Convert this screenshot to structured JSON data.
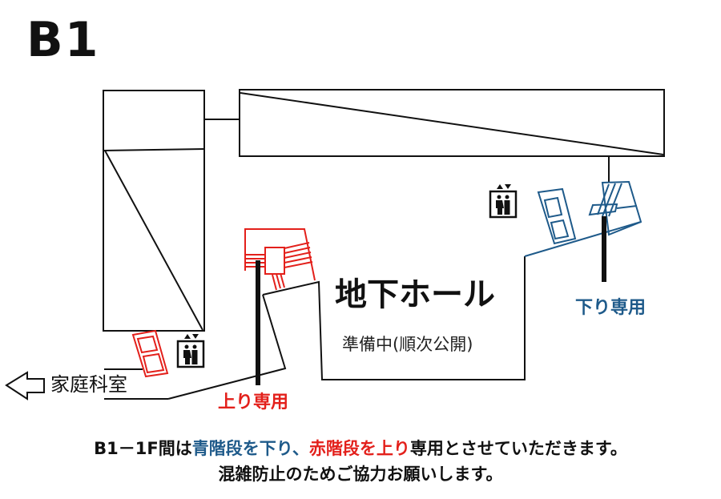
{
  "floor": {
    "label": "B1"
  },
  "colors": {
    "up_stairs": "#e3201b",
    "down_stairs": "#1e5a8a",
    "line": "#111111"
  },
  "rooms": {
    "hall": {
      "title": "地下ホール",
      "status": "準備中(順次公開)"
    },
    "home_economics": {
      "label": "家庭科室",
      "direction": "left-arrow"
    }
  },
  "stairs": {
    "down": {
      "label": "下り専用",
      "color": "#1e5a8a"
    },
    "up": {
      "label": "上り専用",
      "color": "#e3201b"
    }
  },
  "icons": [
    "elevator-icon",
    "elevator-icon",
    "door-icon",
    "stairs-icon",
    "left-arrow-icon"
  ],
  "notice": {
    "line1_prefix": "B1－1F間は",
    "line1_blue": "青階段を下り、",
    "line1_red": "赤階段を上り",
    "line1_suffix": "専用とさせていただきます。",
    "line2": "混雑防止のためご協力お願いします。"
  }
}
